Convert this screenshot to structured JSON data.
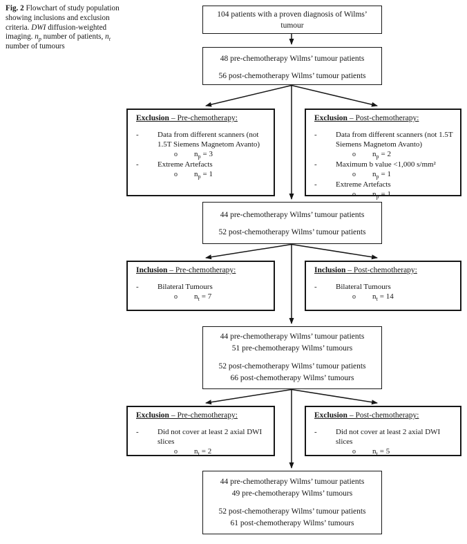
{
  "caption": {
    "label": "Fig. 2",
    "text1": "Flowchart of study population showing inclusions and exclusion criteria. ",
    "abbr": "DWI",
    "text2": " diffusion-weighted imaging. ",
    "n1_sym": "n",
    "n1_sub": "p",
    "n1_text": " number of patients, ",
    "n2_sym": "n",
    "n2_sub": "t",
    "n2_text": " number of tumours"
  },
  "flow_boxes": [
    {
      "lines": [
        "104 patients with a proven diagnosis of Wilms’",
        "tumour"
      ]
    },
    {
      "lines": [
        "48 pre-chemotherapy Wilms’ tumour patients",
        "56 post-chemotherapy Wilms’ tumour patients"
      ]
    },
    {
      "lines": [
        "44 pre-chemotherapy Wilms’ tumour patients",
        "52 post-chemotherapy Wilms’ tumour patients"
      ]
    },
    {
      "lines": [
        "44 pre-chemotherapy Wilms’ tumour patients",
        "51 pre-chemotherapy Wilms’ tumours",
        "52 post-chemotherapy Wilms’ tumour patients",
        "66 post-chemotherapy Wilms’ tumours"
      ]
    },
    {
      "lines": [
        "44 pre-chemotherapy Wilms’ tumour patients",
        "49 pre-chemotherapy Wilms’ tumours",
        "52 post-chemotherapy Wilms’ tumour patients",
        "61 post-chemotherapy Wilms’ tumours"
      ]
    }
  ],
  "criteria_boxes": [
    {
      "type": "exclusion",
      "title_keyword": "Exclusion",
      "title_rest": " – Pre-chemotherapy:",
      "items": [
        {
          "text": "Data from different scanners (not 1.5T Siemens Magnetom Avanto)",
          "count_sym": "n",
          "count_sub": "p",
          "count_eq": "= 3"
        },
        {
          "text": "Extreme Artefacts",
          "count_sym": "n",
          "count_sub": "p",
          "count_eq": "= 1"
        }
      ]
    },
    {
      "type": "exclusion",
      "title_keyword": "Exclusion",
      "title_rest": " – Post-chemotherapy:",
      "items": [
        {
          "text": "Data from different scanners (not 1.5T Siemens Magnetom Avanto)",
          "count_sym": "n",
          "count_sub": "p",
          "count_eq": "= 2"
        },
        {
          "text": "Maximum b value <1,000 s/mm²",
          "count_sym": "n",
          "count_sub": "p",
          "count_eq": "= 1"
        },
        {
          "text": "Extreme Artefacts",
          "count_sym": "n",
          "count_sub": "p",
          "count_eq": "= 1"
        }
      ]
    },
    {
      "type": "inclusion",
      "title_keyword": "Inclusion",
      "title_rest": " – Pre-chemotherapy:",
      "items": [
        {
          "text": "Bilateral Tumours",
          "count_sym": "n",
          "count_sub": "t",
          "count_eq": "= 7"
        }
      ]
    },
    {
      "type": "inclusion",
      "title_keyword": "Inclusion",
      "title_rest": " – Post-chemotherapy:",
      "items": [
        {
          "text": "Bilateral Tumours",
          "count_sym": "n",
          "count_sub": "t",
          "count_eq": "= 14"
        }
      ]
    },
    {
      "type": "exclusion",
      "title_keyword": "Exclusion",
      "title_rest": " – Pre-chemotherapy:",
      "items": [
        {
          "text": "Did not cover at least 2 axial DWI slices",
          "count_sym": "n",
          "count_sub": "t",
          "count_eq": "= 2"
        }
      ]
    },
    {
      "type": "exclusion",
      "title_keyword": "Exclusion",
      "title_rest": " – Post-chemotherapy:",
      "items": [
        {
          "text": "Did not cover at least 2 axial DWI slices",
          "count_sym": "n",
          "count_sub": "t",
          "count_eq": "= 5"
        }
      ]
    }
  ],
  "bullets": {
    "dash": "-",
    "circle": "o"
  },
  "colors": {
    "line": "#161616",
    "box_border": "#161616",
    "text": "#161616",
    "background": "#ffffff"
  }
}
